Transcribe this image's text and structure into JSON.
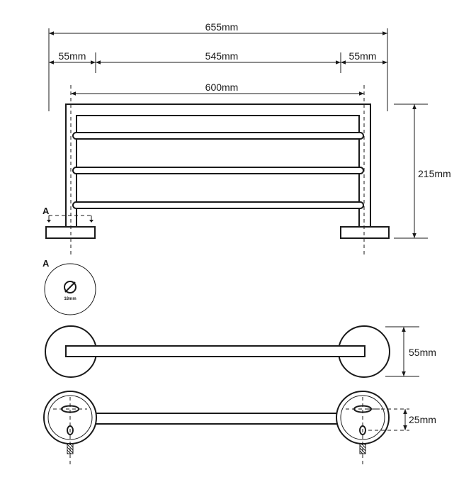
{
  "dimensions": {
    "total_width": "655mm",
    "left_offset": "55mm",
    "inner_width": "545mm",
    "right_offset": "55mm",
    "mount_width": "600mm",
    "height": "215mm",
    "depth": "55mm",
    "hole_spacing": "25mm"
  },
  "section_label_1": "A",
  "section_label_2": "A",
  "detail_hole_size": "18mm"
}
